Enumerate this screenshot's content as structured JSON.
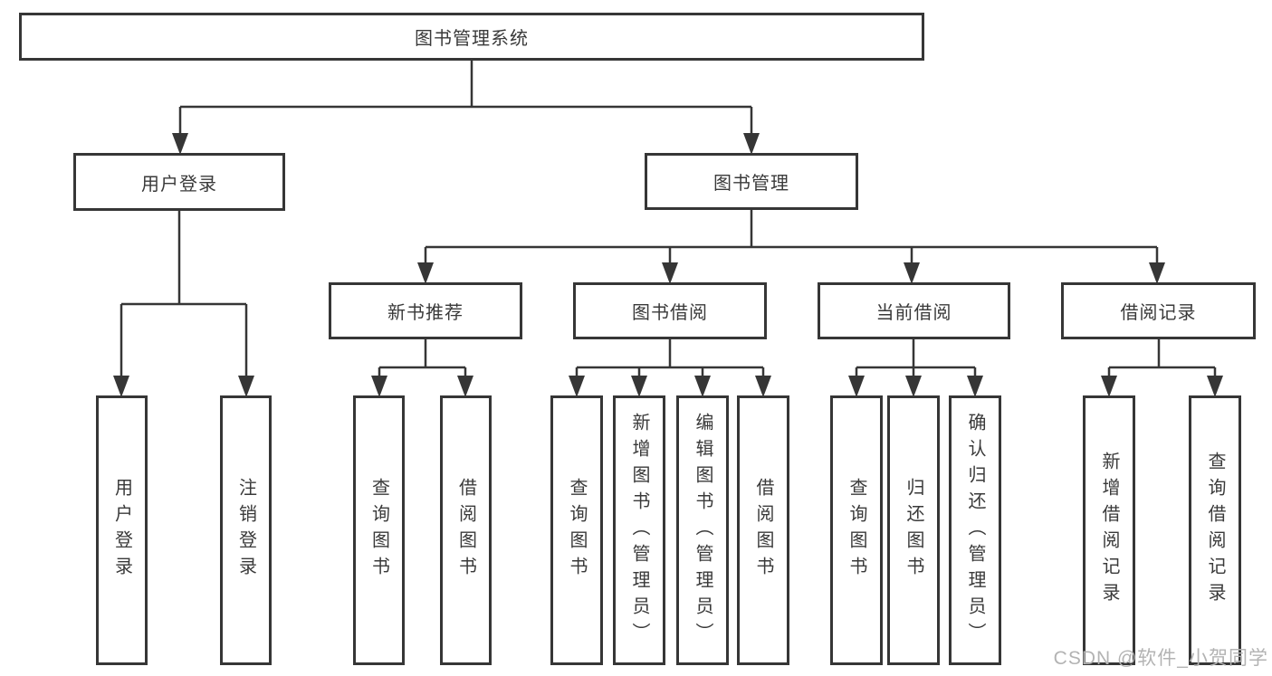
{
  "root": {
    "label": "图书管理系统"
  },
  "level2": [
    {
      "label": "用户登录"
    },
    {
      "label": "图书管理"
    }
  ],
  "level3": [
    {
      "label": "新书推荐"
    },
    {
      "label": "图书借阅"
    },
    {
      "label": "当前借阅"
    },
    {
      "label": "借阅记录"
    }
  ],
  "leaves": [
    {
      "label": "用户登录"
    },
    {
      "label": "注销登录"
    },
    {
      "label": "查询图书"
    },
    {
      "label": "借阅图书"
    },
    {
      "label": "查询图书"
    },
    {
      "label": "新增图书（管理员）"
    },
    {
      "label": "编辑图书（管理员）"
    },
    {
      "label": "借阅图书"
    },
    {
      "label": "查询图书"
    },
    {
      "label": "归还图书"
    },
    {
      "label": "确认归还（管理员）"
    },
    {
      "label": "新增借阅记录"
    },
    {
      "label": "查询借阅记录"
    }
  ],
  "watermark": {
    "label": "CSDN @软件_小贺同学"
  },
  "colors": {
    "line": "#363636",
    "text": "#3a3a3a",
    "watermark": "#b3b3b3",
    "background": "#ffffff"
  }
}
